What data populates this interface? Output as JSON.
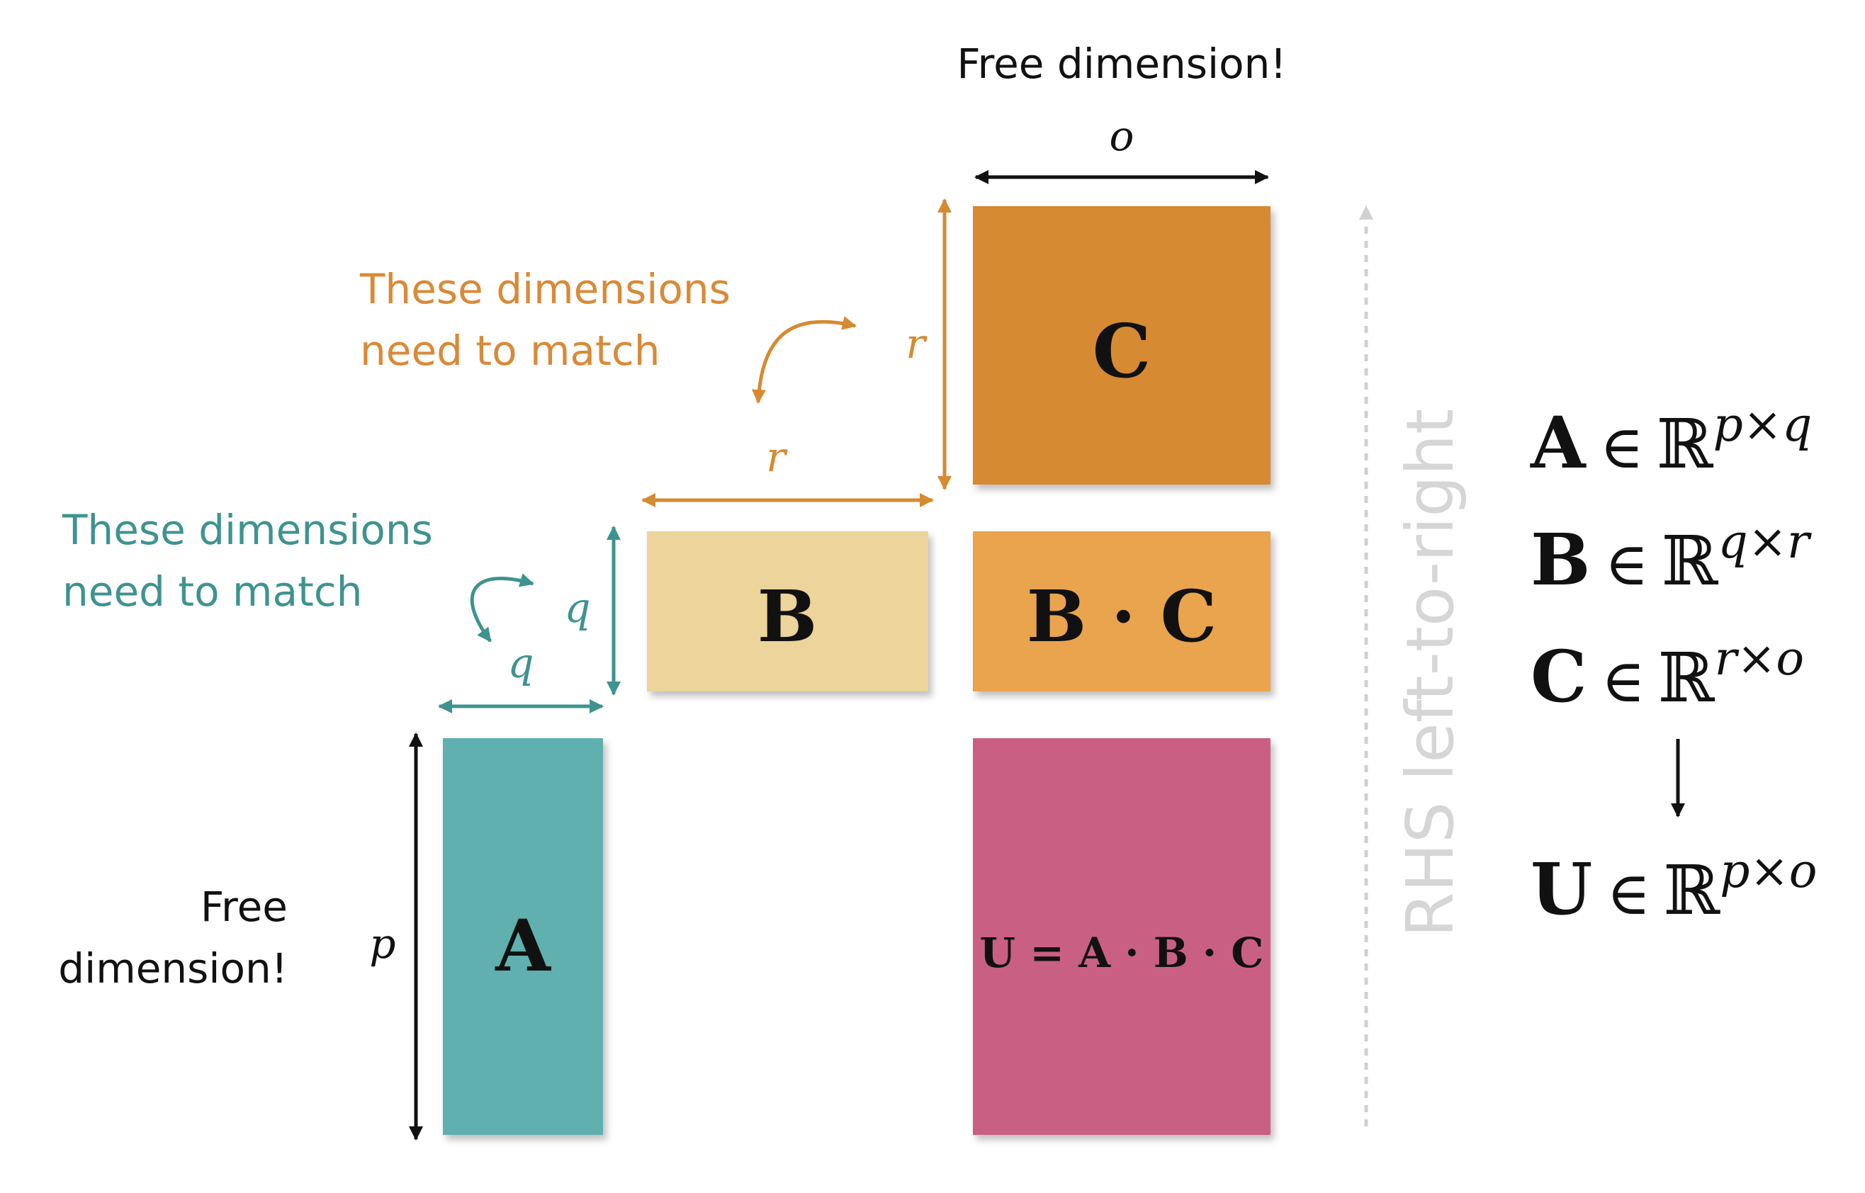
{
  "colors": {
    "teal": "#5eb0ae",
    "teal_text": "#3e938f",
    "orange": "#d68a31",
    "orange_text": "#d98a38",
    "light_orange": "#e9a44e",
    "beige": "#ecd49a",
    "pink": "#c96084",
    "gray": "#d8d8d8",
    "black": "#111111"
  },
  "matrices": {
    "a": "A",
    "b": "B",
    "c": "C",
    "bc": "B · C",
    "u": "U = A · B · C"
  },
  "dims": {
    "o": "o",
    "r_vertical": "r",
    "r_horizontal": "r",
    "q_vertical": "q",
    "q_horizontal": "q",
    "p": "p"
  },
  "notes": {
    "free_top": "Free dimension!",
    "free_left_line1": "Free",
    "free_left_line2": "dimension!",
    "match_orange_line1": "These dimensions",
    "match_orange_line2": "need to match",
    "match_teal_line1": "These dimensions",
    "match_teal_line2": "need to match",
    "rhs": "RHS left-to-right"
  },
  "equations": [
    {
      "mat": "A",
      "in": "∈",
      "field": "ℝ",
      "sup": "p×q"
    },
    {
      "mat": "B",
      "in": "∈",
      "field": "ℝ",
      "sup": "q×r"
    },
    {
      "mat": "C",
      "in": "∈",
      "field": "ℝ",
      "sup": "r×o"
    },
    {
      "mat": "U",
      "in": "∈",
      "field": "ℝ",
      "sup": "p×o"
    }
  ]
}
